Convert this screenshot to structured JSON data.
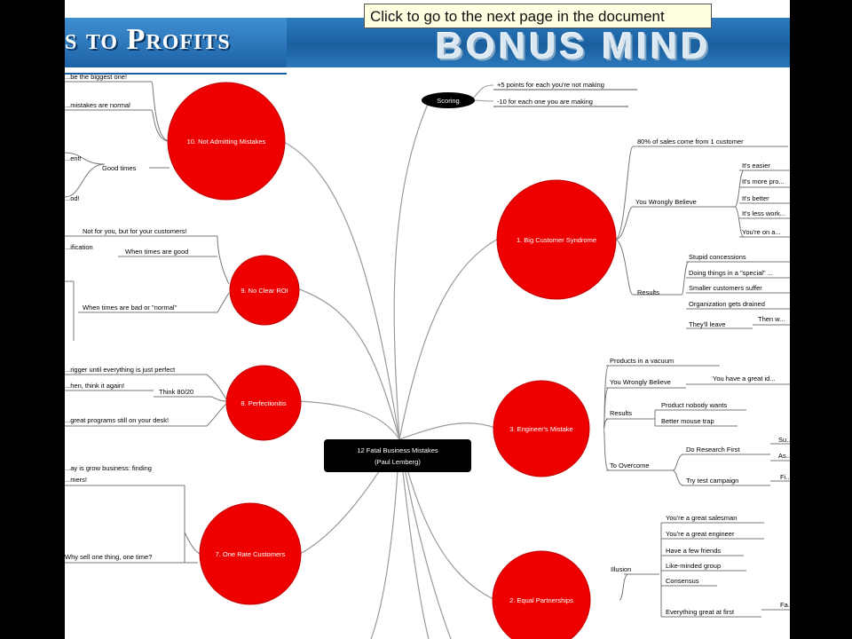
{
  "banner": {
    "title_fragment": "s to Profits",
    "bonus_text": "BONUS MIND"
  },
  "tooltip": "Click to go to the next page in the document",
  "center": {
    "line1": "12 Fatal Business Mistakes",
    "line2": "(Paul Lemberg)"
  },
  "scoring": {
    "label": "Scoring",
    "items": [
      "+5 points for each you're not making",
      "-10 for each one you are making"
    ]
  },
  "nodes": {
    "n10": "10. Not Admitting Mistakes",
    "n9": "9. No Clear ROI",
    "n8": "8. Perfectionitis",
    "n7": "7. One Rate Customers",
    "n1": "1. Big Customer Syndrome",
    "n3": "3. Engineer's Mistake",
    "n2": "2. Equal Partnerships"
  },
  "branches": {
    "n10": [
      "...be the biggest one!",
      "...mistakes are normal",
      "...ent!",
      "Good times",
      "...od!"
    ],
    "n9": [
      "Not for you, but for your customers!",
      "...ification",
      "When times are good",
      "When times are bad or \"normal\""
    ],
    "n8": [
      "...rigger until everything is just perfect",
      "...hen, think it again!",
      "Think 80/20",
      "...great programs still on your desk!"
    ],
    "n7": [
      "...ay is grow business: finding",
      "...mers!",
      "Why sell one thing, one time?"
    ],
    "n1": [
      "80% of sales come from 1 customer",
      "You Wrongly Believe",
      "It's easier",
      "It's more pro...",
      "It's better",
      "It's less work...",
      "You're on a...",
      "Results",
      "Stupid concessions",
      "Doing things in a \"special\" ...",
      "Smaller customers suffer",
      "Organization gets drained",
      "They'll leave",
      "Then w..."
    ],
    "n3": [
      "Products in a vacuum",
      "You Wrongly Believe",
      "You have a great id...",
      "Results",
      "Product nobody wants",
      "Better mouse trap",
      "To Overcome",
      "Do Research First",
      "Su...",
      "As...",
      "Try test campaign",
      "Fi..."
    ],
    "n2": [
      "You're a great salesman",
      "You're a great engineer",
      "Have a few friends",
      "Like-minded group",
      "Consensus",
      "Everything great at first",
      "Fa...",
      "Illusion"
    ]
  }
}
